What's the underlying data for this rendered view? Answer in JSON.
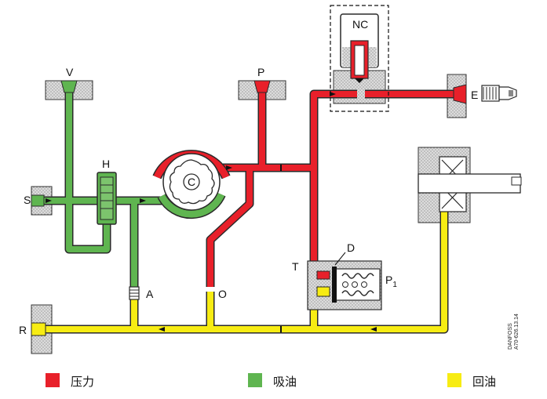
{
  "labels": {
    "nc": "NC",
    "v": "V",
    "p": "P",
    "e": "E",
    "h": "H",
    "s": "S",
    "c": "C",
    "a": "A",
    "o": "O",
    "t": "T",
    "d": "D",
    "p1_main": "P",
    "p1_sub": "1",
    "r": "R"
  },
  "side_code_line1": "DANFOSS",
  "side_code_line2": "A70-626.13.14",
  "legend": [
    {
      "label": "压力",
      "color": "#e8202a"
    },
    {
      "label": "吸油",
      "color": "#5fb550"
    },
    {
      "label": "回油",
      "color": "#f7ec13"
    }
  ],
  "colors": {
    "pressure": "#e8202a",
    "suction": "#5fb550",
    "return": "#f7ec13",
    "outline": "#2a2a2a",
    "wall": "#d9d9d9"
  }
}
